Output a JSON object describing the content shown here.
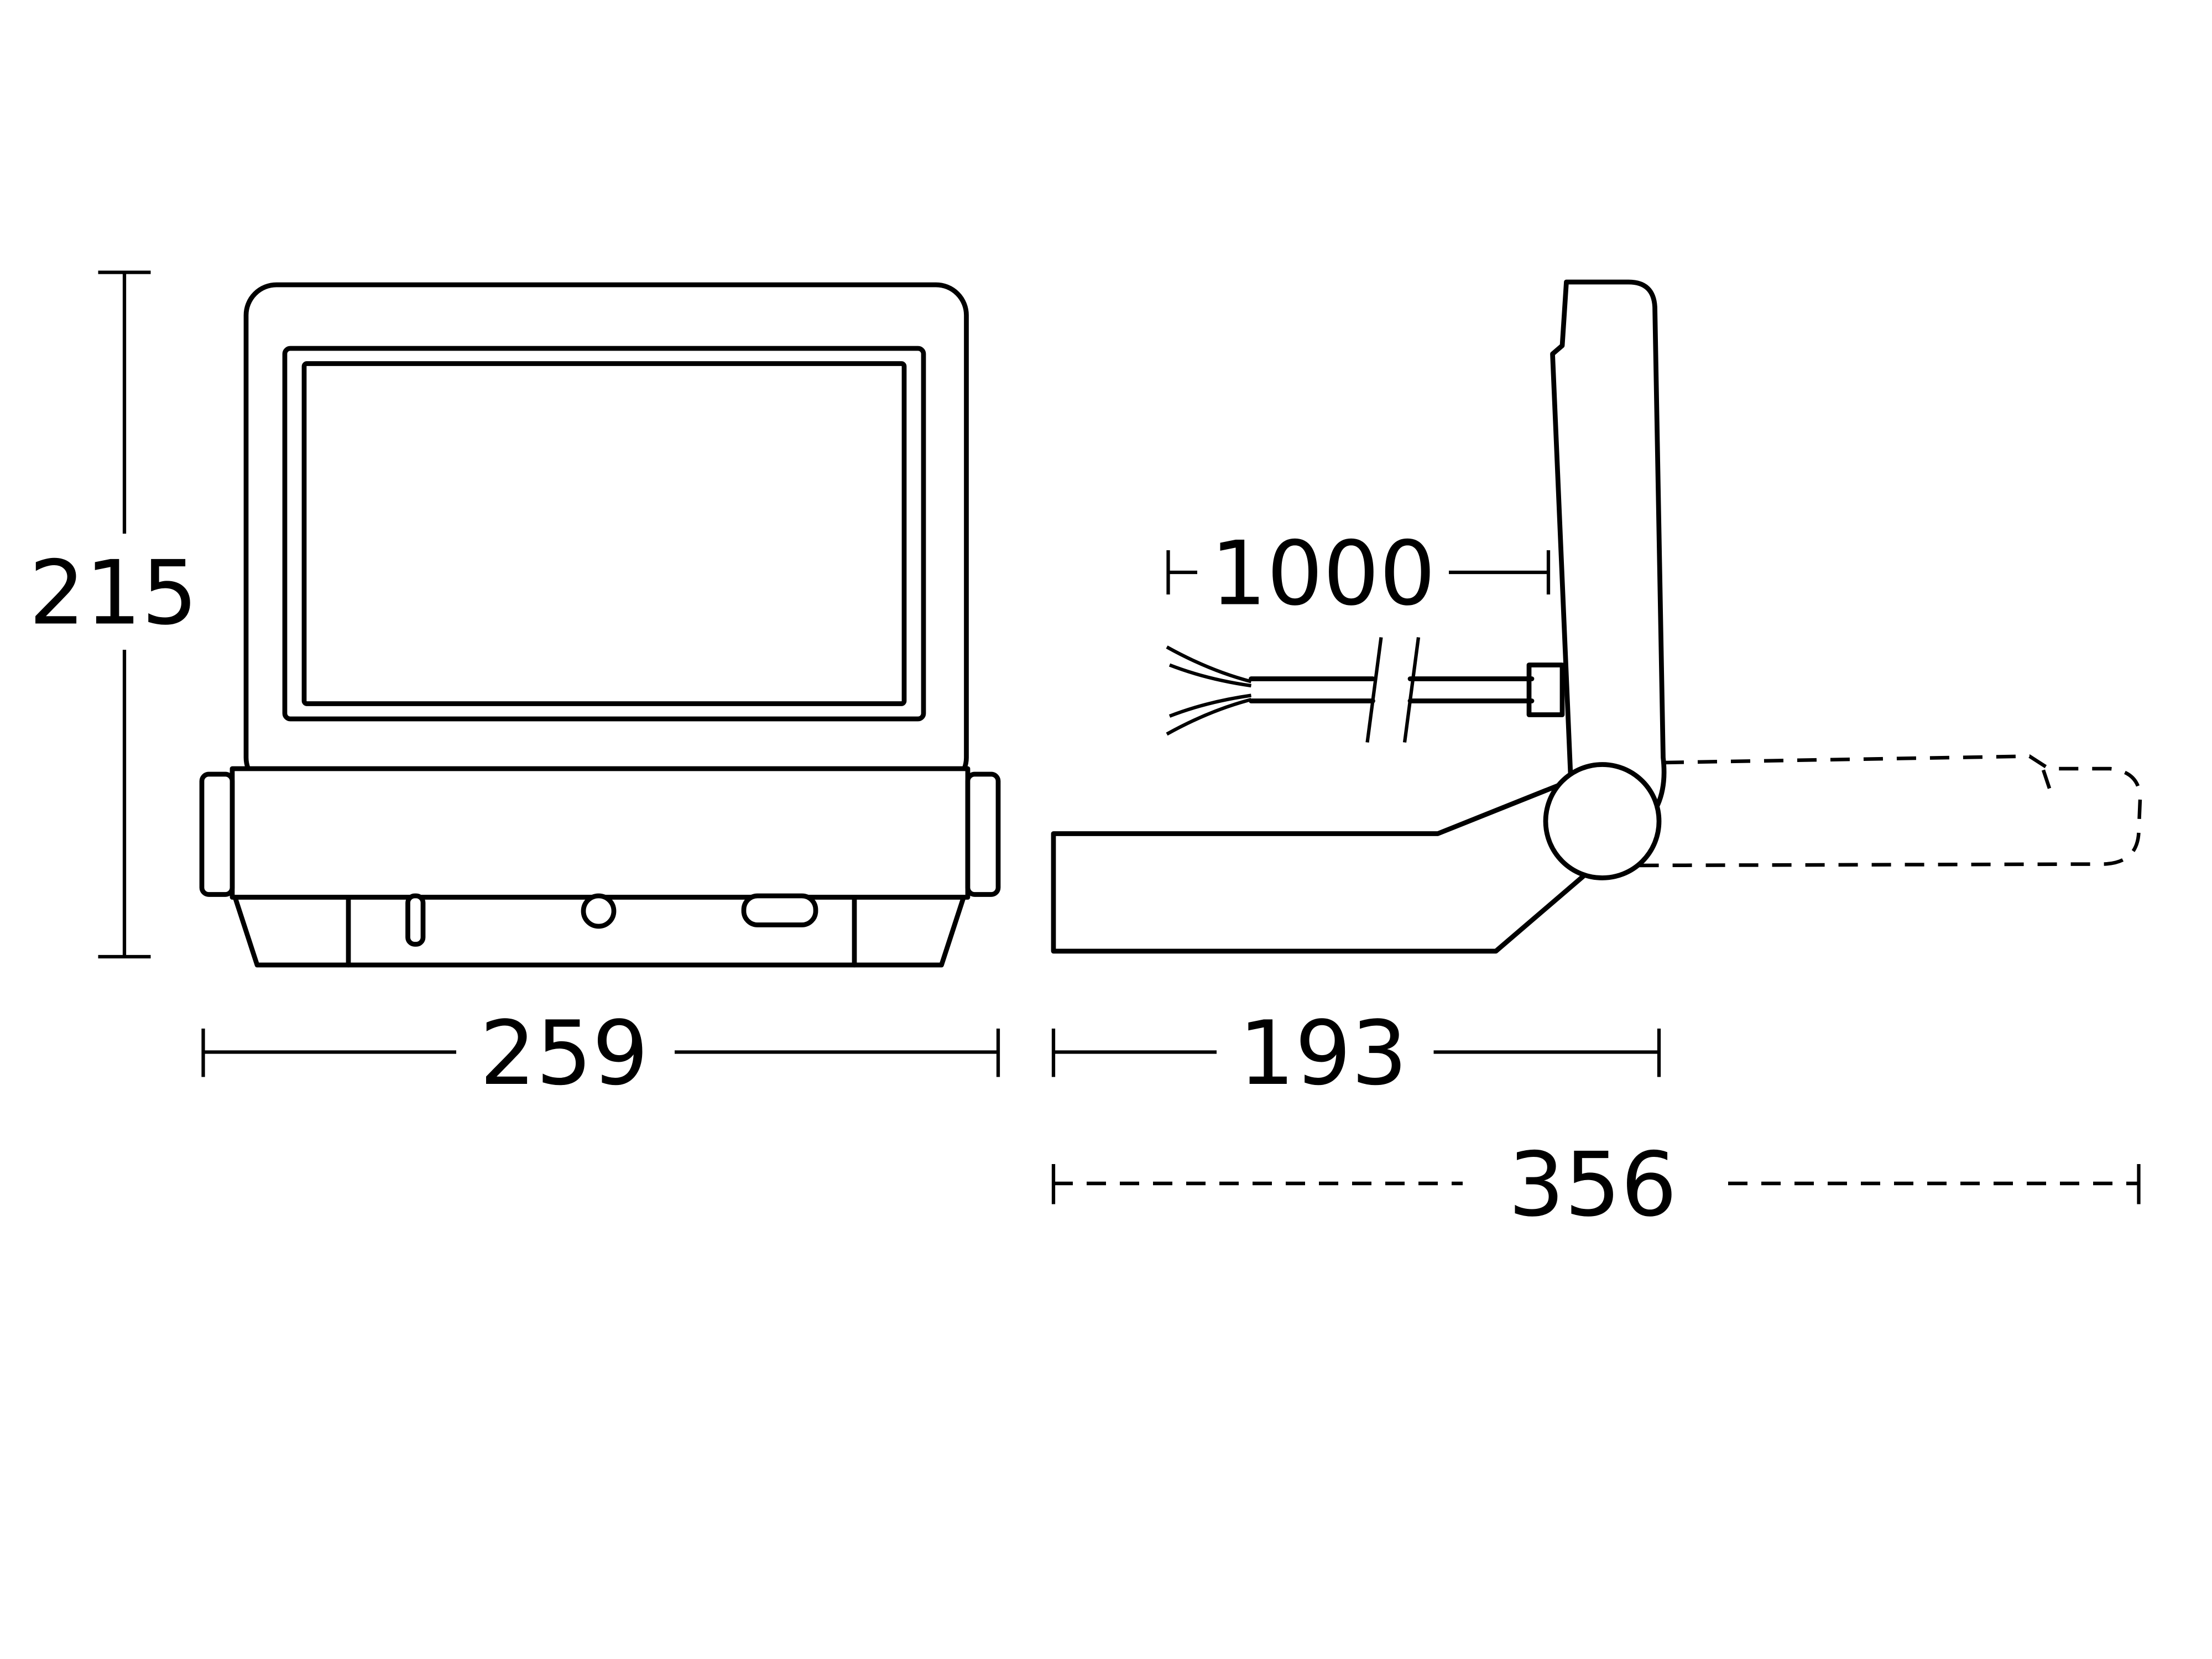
{
  "dimensions": {
    "height": {
      "label": "215"
    },
    "width": {
      "label": "259"
    },
    "cable_length": {
      "label": "1000"
    },
    "depth": {
      "label": "193"
    },
    "total_depth": {
      "label": "356"
    }
  },
  "colors": {
    "ink": "#000000",
    "background": "#ffffff"
  }
}
